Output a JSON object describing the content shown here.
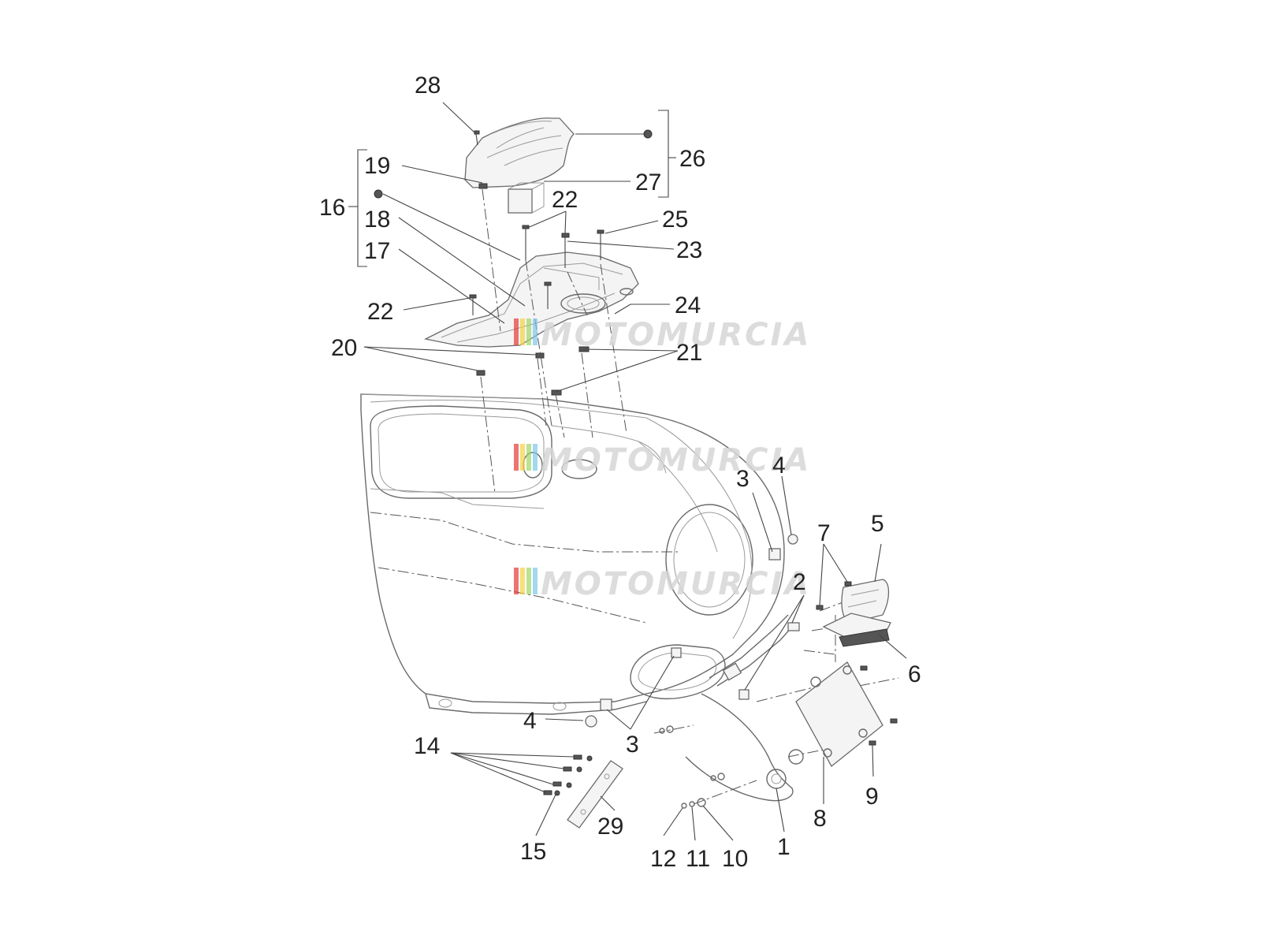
{
  "diagram": {
    "watermark": "MOTOMURCIA",
    "watermark_colors": [
      "#e53935",
      "#f5d142",
      "#9fd56a",
      "#7cc8e8"
    ],
    "labels": [
      {
        "id": "28",
        "text": "28"
      },
      {
        "id": "26",
        "text": "26"
      },
      {
        "id": "27",
        "text": "27"
      },
      {
        "id": "19",
        "text": "19"
      },
      {
        "id": "16",
        "text": "16"
      },
      {
        "id": "22a",
        "text": "22"
      },
      {
        "id": "25",
        "text": "25"
      },
      {
        "id": "18",
        "text": "18"
      },
      {
        "id": "23",
        "text": "23"
      },
      {
        "id": "17",
        "text": "17"
      },
      {
        "id": "24",
        "text": "24"
      },
      {
        "id": "22b",
        "text": "22"
      },
      {
        "id": "20",
        "text": "20"
      },
      {
        "id": "21",
        "text": "21"
      },
      {
        "id": "3a",
        "text": "3"
      },
      {
        "id": "4a",
        "text": "4"
      },
      {
        "id": "5",
        "text": "5"
      },
      {
        "id": "7",
        "text": "7"
      },
      {
        "id": "2",
        "text": "2"
      },
      {
        "id": "6",
        "text": "6"
      },
      {
        "id": "4b",
        "text": "4"
      },
      {
        "id": "3b",
        "text": "3"
      },
      {
        "id": "14",
        "text": "14"
      },
      {
        "id": "9",
        "text": "9"
      },
      {
        "id": "8",
        "text": "8"
      },
      {
        "id": "29",
        "text": "29"
      },
      {
        "id": "1",
        "text": "1"
      },
      {
        "id": "15",
        "text": "15"
      },
      {
        "id": "12",
        "text": "12"
      },
      {
        "id": "11",
        "text": "11"
      },
      {
        "id": "10",
        "text": "10"
      }
    ]
  }
}
